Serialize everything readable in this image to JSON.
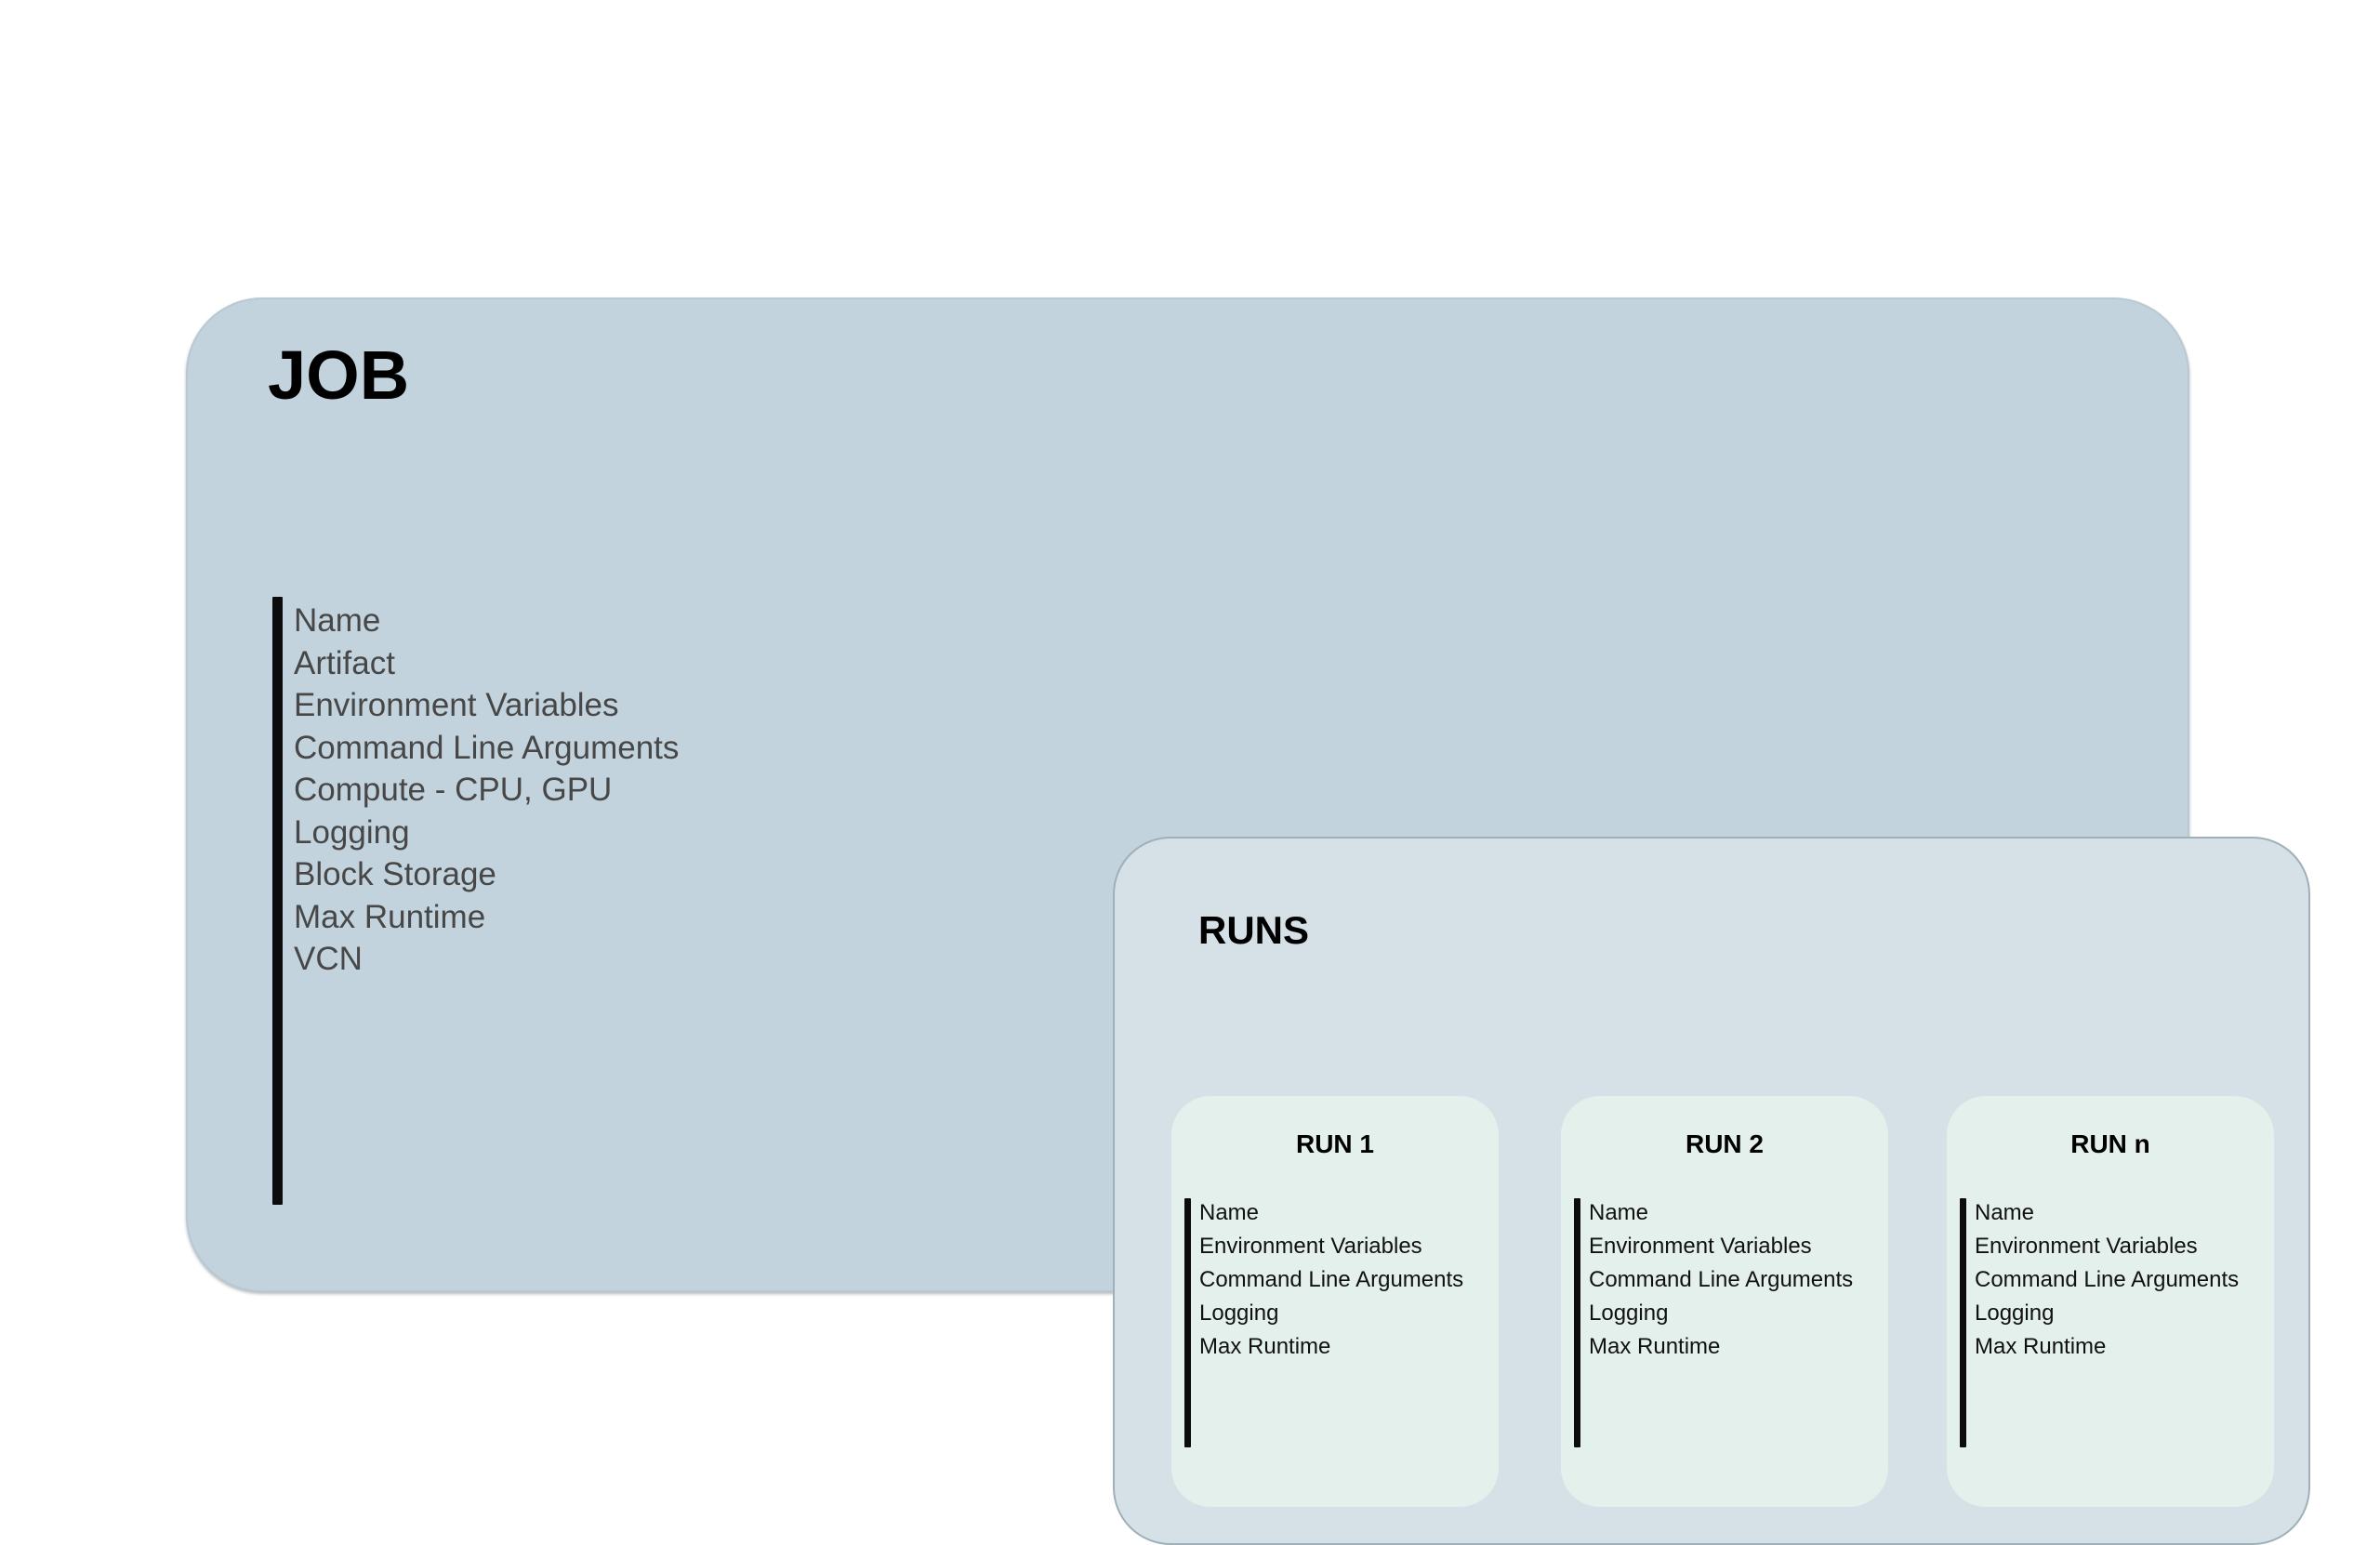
{
  "diagram": {
    "colors": {
      "job_fill": "#c2d3dd",
      "runs_fill": "#d5e1e6",
      "run_card_fill": "#e4f0ec",
      "job_text": "#474747",
      "run_text": "#111111",
      "bar": "#0c0c0c",
      "page_background": "#ffffff"
    },
    "job": {
      "title": "JOB",
      "attributes": [
        "Name",
        "Artifact",
        "Environment Variables",
        "Command Line Arguments",
        "Compute - CPU, GPU",
        "Logging",
        "Block Storage",
        "Max Runtime",
        "VCN"
      ]
    },
    "runs": {
      "title": "RUNS",
      "cards": [
        {
          "title": "RUN 1",
          "attributes": [
            "Name",
            "Environment Variables",
            "Command Line Arguments",
            "Logging",
            "Max Runtime"
          ]
        },
        {
          "title": "RUN 2",
          "attributes": [
            "Name",
            "Environment Variables",
            "Command Line Arguments",
            "Logging",
            "Max Runtime"
          ]
        },
        {
          "title": "RUN n",
          "attributes": [
            "Name",
            "Environment Variables",
            "Command Line Arguments",
            "Logging",
            "Max Runtime"
          ]
        }
      ]
    }
  }
}
